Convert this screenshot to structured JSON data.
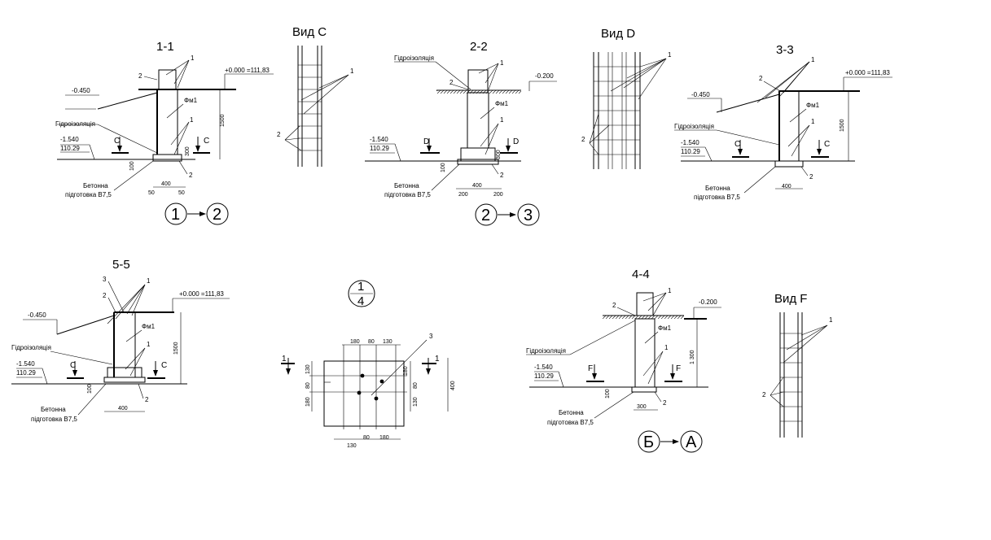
{
  "section_1_1": {
    "title": "1-1",
    "mark_1": "1",
    "mark_2_top": "2",
    "mark_2_bottom": "2",
    "level_top": "+0.000 =111,83",
    "level_left": "-0.450",
    "hydro_label": "Гідроізоляція",
    "level_low": "-1.540",
    "level_low_abs": "110.29",
    "fm_label": "Фм1",
    "cut_letter_left": "C",
    "cut_letter_right": "C",
    "dim_1500": "1500",
    "dim_300": "300",
    "dim_100": "100",
    "dim_400": "400",
    "dim_50_left": "50",
    "dim_50_right": "50",
    "concrete_label_1": "Бетонна",
    "concrete_label_2": "підготовка В7,5",
    "axis_from": "1",
    "axis_to": "2"
  },
  "view_c": {
    "title": "Вид C",
    "mark_1": "1",
    "mark_2": "2"
  },
  "section_2_2": {
    "title": "2-2",
    "hydro_label": "Гідроізоляція",
    "mark_1": "1",
    "mark_2_top": "2",
    "mark_2_bottom": "2",
    "level_top": "-0.200",
    "fm_label": "Фм1",
    "level_low": "-1.540",
    "level_low_abs": "110.29",
    "cut_letter_left": "D",
    "cut_letter_right": "D",
    "dim_300": "300",
    "dim_100": "100",
    "dim_400": "400",
    "dim_200_left": "200",
    "dim_200_right": "200",
    "concrete_label_1": "Бетонна",
    "concrete_label_2": "підготовка В7,5",
    "axis_from": "2",
    "axis_to": "3"
  },
  "view_d": {
    "title": "Вид D",
    "mark_1": "1",
    "mark_2": "2"
  },
  "section_3_3": {
    "title": "3-3",
    "mark_1": "1",
    "mark_2_top": "2",
    "mark_2_bottom": "2",
    "level_top": "+0.000 =111,83",
    "level_left": "-0.450",
    "hydro_label": "Гідроізоляція",
    "level_low": "-1.540",
    "level_low_abs": "110.29",
    "fm_label": "Фм1",
    "cut_letter_left": "C",
    "cut_letter_right": "C",
    "dim_1500": "1500",
    "dim_400": "400",
    "concrete_label_1": "Бетонна",
    "concrete_label_2": "підготовка В7,5"
  },
  "section_5_5": {
    "title": "5-5",
    "mark_1": "1",
    "mark_2_top": "2",
    "mark_2_bottom": "2",
    "mark_3": "3",
    "level_top": "+0.000 =111,83",
    "level_left": "-0.450",
    "hydro_label": "Гідроізоляція",
    "level_low": "-1.540",
    "level_low_abs": "110.29",
    "fm_label": "Фм1",
    "cut_letter_left": "C",
    "cut_letter_right": "C",
    "dim_1500": "1500",
    "dim_100": "100",
    "dim_400": "400",
    "concrete_label_1": "Бетонна",
    "concrete_label_2": "підготовка В7,5"
  },
  "node_1_4": {
    "label_top": "1",
    "label_bottom": "4",
    "mark_3": "3",
    "cut_left": "1",
    "cut_right": "1",
    "dims_top": [
      "180",
      "80",
      "130"
    ],
    "dims_bottom": [
      "130",
      "80",
      "180"
    ],
    "dims_left": [
      "130",
      "80",
      "180"
    ],
    "dims_right": [
      "180",
      "80",
      "130"
    ],
    "dim_total": "400"
  },
  "section_4_4": {
    "title": "4-4",
    "mark_1": "1",
    "mark_2_top": "2",
    "mark_2_bottom": "2",
    "level_top": "-0.200",
    "fm_label": "Фм1",
    "hydro_label": "Гідроізоляція",
    "level_low": "-1.540",
    "level_low_abs": "110.29",
    "cut_letter_left": "F",
    "cut_letter_right": "F",
    "dim_1300": "1 300",
    "dim_100": "100",
    "dim_300": "300",
    "concrete_label_1": "Бетонна",
    "concrete_label_2": "підготовка В7,5",
    "axis_from": "Б",
    "axis_to": "А"
  },
  "view_f": {
    "title": "Вид F",
    "mark_1": "1",
    "mark_2": "2"
  }
}
